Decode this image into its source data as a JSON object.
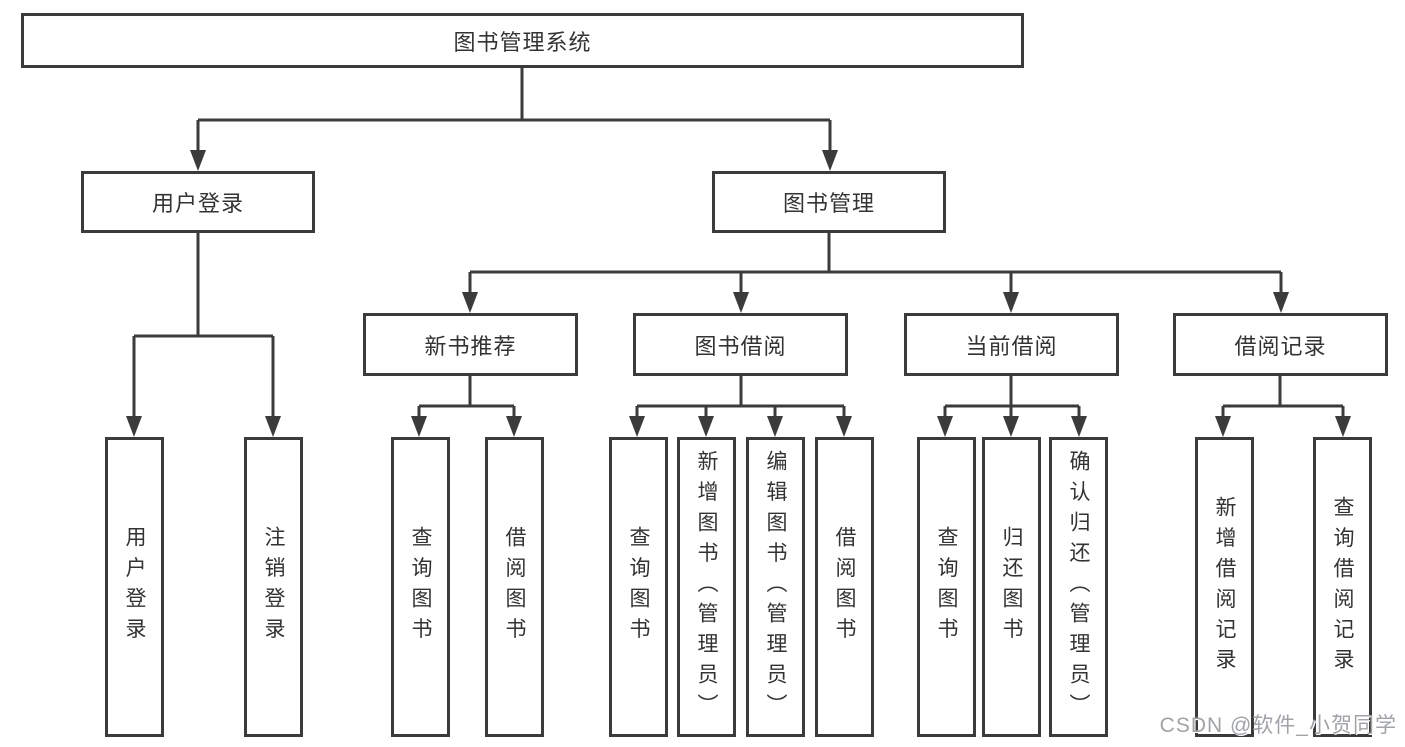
{
  "colors": {
    "background": "#ffffff",
    "line": "#3b3b3b",
    "box_border": "#3b3b3b",
    "text": "#333333",
    "watermark": "#a0a3a7"
  },
  "watermark": "CSDN @软件_小贺同学",
  "tree": {
    "root": {
      "label": "图书管理系统"
    },
    "branches": [
      {
        "label": "用户登录",
        "children": [
          {
            "label": "用户登录"
          },
          {
            "label": "注销登录"
          }
        ]
      },
      {
        "label": "图书管理",
        "children": [
          {
            "label": "新书推荐",
            "children": [
              {
                "label": "查询图书"
              },
              {
                "label": "借阅图书"
              }
            ]
          },
          {
            "label": "图书借阅",
            "children": [
              {
                "label": "查询图书"
              },
              {
                "label": "新增图书（管理员）"
              },
              {
                "label": "编辑图书（管理员）"
              },
              {
                "label": "借阅图书"
              }
            ]
          },
          {
            "label": "当前借阅",
            "children": [
              {
                "label": "查询图书"
              },
              {
                "label": "归还图书"
              },
              {
                "label": "确认归还（管理员）"
              }
            ]
          },
          {
            "label": "借阅记录",
            "children": [
              {
                "label": "新增借阅记录"
              },
              {
                "label": "查询借阅记录"
              }
            ]
          }
        ]
      }
    ]
  }
}
